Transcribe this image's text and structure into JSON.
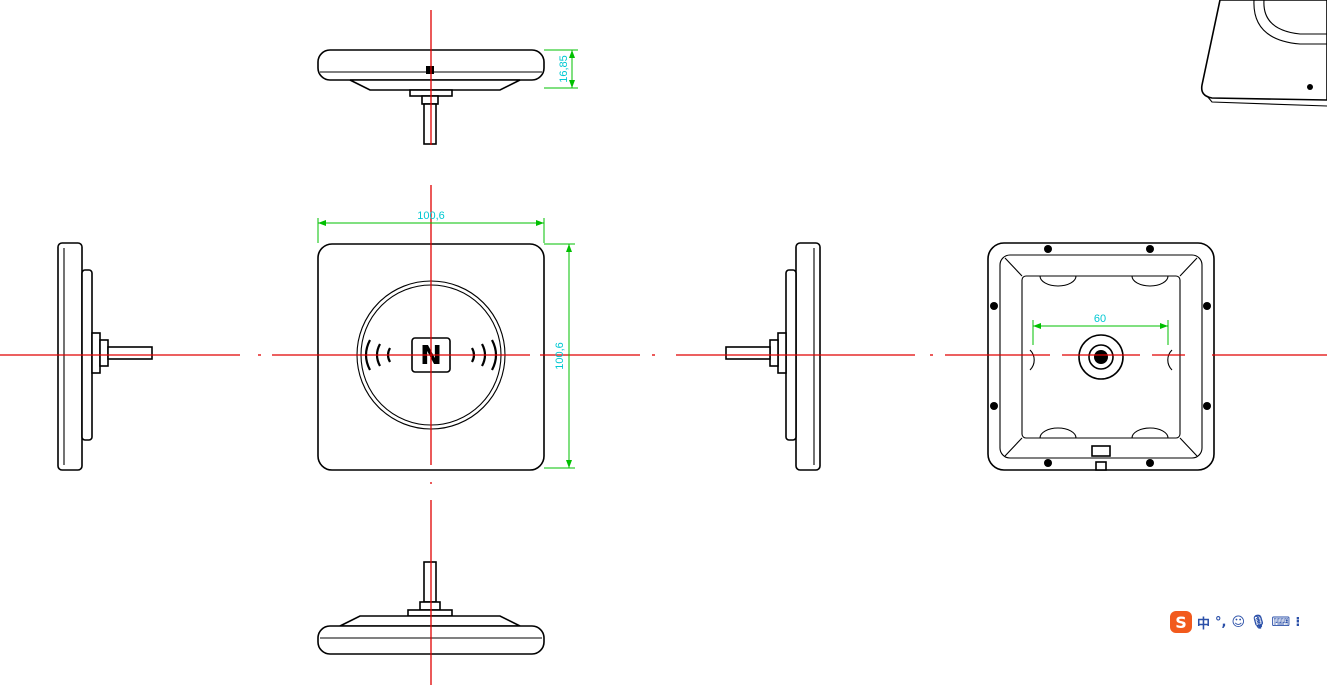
{
  "dimensions": {
    "top_width": "100,6",
    "side_height": "100,6",
    "thickness": "16,85",
    "bolt_spacing": "60"
  },
  "nfc_logo_glyph": "N",
  "ime_toolbar": {
    "logo": "S",
    "items": [
      {
        "name": "chinese-mode",
        "glyph": "中"
      },
      {
        "name": "punctuation",
        "glyph": "°,"
      },
      {
        "name": "emoji",
        "glyph": "☺"
      },
      {
        "name": "voice",
        "glyph": "🎙"
      },
      {
        "name": "keyboard",
        "glyph": "⌨"
      },
      {
        "name": "more",
        "glyph": "⁝"
      }
    ]
  },
  "colors": {
    "centerline": "#e00000",
    "dimension_line": "#00c000",
    "dimension_text": "#00c8d2",
    "outline": "#000000",
    "ime_logo": "#f25a1d"
  }
}
